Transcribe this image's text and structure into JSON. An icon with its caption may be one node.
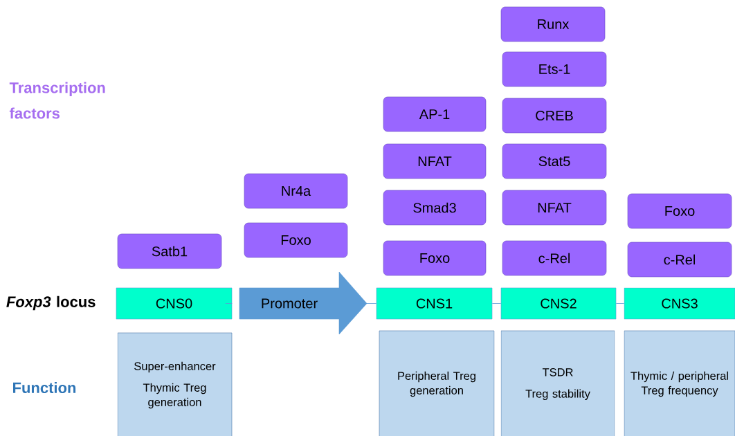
{
  "diagram": {
    "nodes": [
      {
        "text": [
          "Satb1"
        ]
      },
      {
        "text": [
          "Nr4a"
        ]
      },
      {
        "text": [
          "Foxo"
        ]
      },
      {
        "text": [
          "AP-1"
        ]
      },
      {
        "text": [
          "NFAT"
        ]
      },
      {
        "text": [
          "Smad3"
        ]
      },
      {
        "text": [
          "Foxo"
        ]
      },
      {
        "text": [
          "Runx"
        ]
      },
      {
        "text": [
          "Ets-1"
        ]
      },
      {
        "text": [
          "CREB"
        ]
      },
      {
        "text": [
          "Stat5"
        ]
      },
      {
        "text": [
          "NFAT"
        ]
      },
      {
        "text": [
          "c-Rel"
        ]
      },
      {
        "text": [
          "Foxo"
        ]
      },
      {
        "text": [
          "c-Rel"
        ]
      },
      {
        "text": [
          "CNS0"
        ]
      },
      {
        "text": [
          "Promoter"
        ]
      },
      {
        "text": [
          "CNS1"
        ]
      },
      {
        "text": [
          "CNS2"
        ]
      },
      {
        "text": [
          "CNS3"
        ]
      },
      {
        "text": [
          "Super-enhancer",
          "Thymic Treg generation"
        ]
      },
      {
        "text": [
          "Peripheral Treg generation"
        ]
      },
      {
        "text": [
          "TSDR",
          "Treg stability"
        ]
      },
      {
        "text": [
          "Thymic / peripheral Treg frequency"
        ]
      }
    ],
    "edges": [
      {
        "from": 15,
        "to": 16,
        "arrow": "none"
      },
      {
        "from": 16,
        "to": 17,
        "arrow": "none"
      },
      {
        "from": 17,
        "to": 18,
        "arrow": "none"
      },
      {
        "from": 18,
        "to": 19,
        "arrow": "none"
      }
    ],
    "labels": [
      "Transcription factors",
      "*Foxp3* locus",
      "Function"
    ]
  }
}
